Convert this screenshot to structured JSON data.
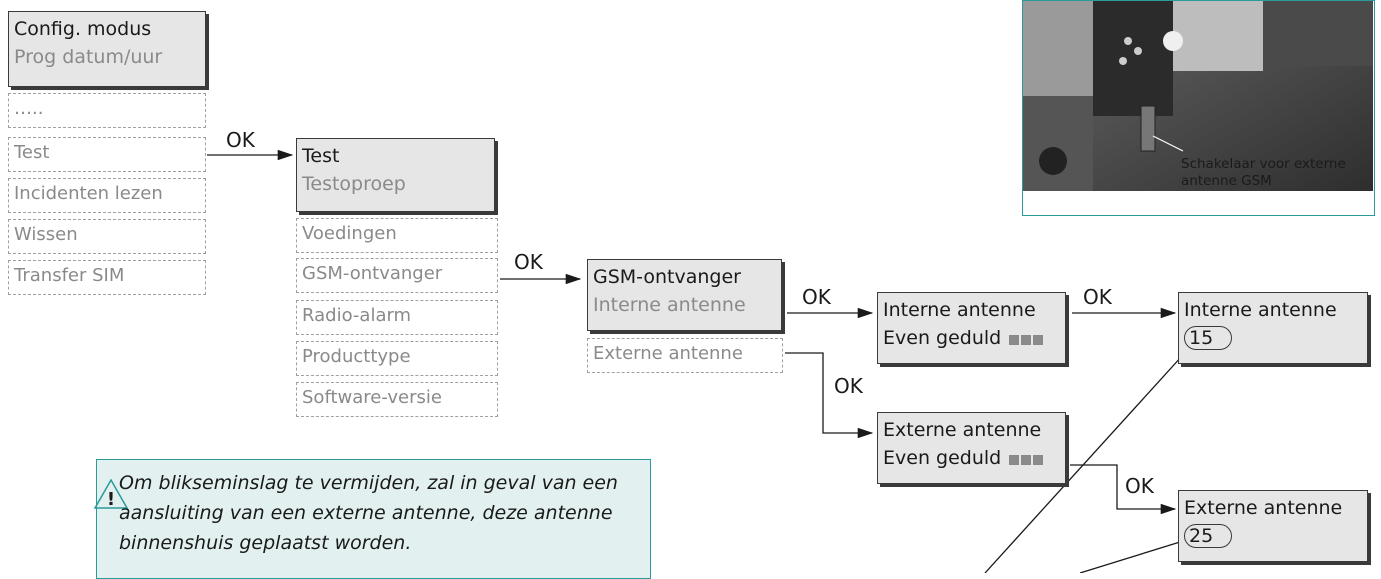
{
  "config_box": {
    "line1": "Config. modus",
    "line2": "Prog datum/uur"
  },
  "main_menu": [
    "…..",
    "Test",
    "Incidenten lezen",
    "Wissen",
    "Transfer SIM"
  ],
  "ok_label": "OK",
  "test_box": {
    "line1": "Test",
    "line2": "Testoproep"
  },
  "test_menu": [
    "Voedingen",
    "GSM-ontvanger",
    "Radio-alarm",
    "Producttype",
    "Software-versie"
  ],
  "gsm_box": {
    "line1": "GSM-ontvanger",
    "line2": "Interne antenne"
  },
  "gsm_menu": [
    "Externe antenne"
  ],
  "interne_wait": {
    "line1": "Interne antenne",
    "line2": "Even geduld"
  },
  "interne_result": {
    "line1": "Interne antenne",
    "value": "15"
  },
  "externe_wait": {
    "line1": "Externe antenne",
    "line2": "Even geduld"
  },
  "externe_result": {
    "line1": "Externe antenne",
    "value": "25"
  },
  "photo": {
    "caption": "Schakelaar voor externe antenne GSM"
  },
  "note": {
    "text": "Om blikseminslag te vermijden, zal in geval van een aansluiting van een externe antenne, deze antenne binnenshuis geplaatst worden.",
    "icon": "warning-icon"
  },
  "colors": {
    "accent": "#2a9a9a",
    "note_bg": "#e2f1f0",
    "box_bg": "#e6e6e6"
  }
}
